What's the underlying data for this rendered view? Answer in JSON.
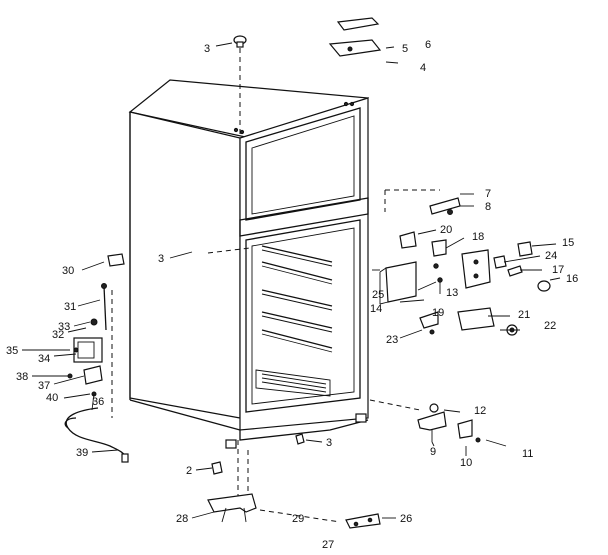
{
  "diagram": {
    "labels": [
      {
        "id": "l3a",
        "text": "3"
      },
      {
        "id": "l6",
        "text": "6"
      },
      {
        "id": "l5",
        "text": "5"
      },
      {
        "id": "l4",
        "text": "4"
      },
      {
        "id": "l7",
        "text": "7"
      },
      {
        "id": "l8",
        "text": "8"
      },
      {
        "id": "l20",
        "text": "20"
      },
      {
        "id": "l18",
        "text": "18"
      },
      {
        "id": "l15",
        "text": "15"
      },
      {
        "id": "l24",
        "text": "24"
      },
      {
        "id": "l17",
        "text": "17"
      },
      {
        "id": "l16",
        "text": "16"
      },
      {
        "id": "l3b",
        "text": "3"
      },
      {
        "id": "l30",
        "text": "30"
      },
      {
        "id": "l25",
        "text": "25"
      },
      {
        "id": "l13",
        "text": "13"
      },
      {
        "id": "l14",
        "text": "14"
      },
      {
        "id": "l19",
        "text": "19"
      },
      {
        "id": "l21",
        "text": "21"
      },
      {
        "id": "l22",
        "text": "22"
      },
      {
        "id": "l23",
        "text": "23"
      },
      {
        "id": "l31",
        "text": "31"
      },
      {
        "id": "l33",
        "text": "33"
      },
      {
        "id": "l32",
        "text": "32"
      },
      {
        "id": "l35",
        "text": "35"
      },
      {
        "id": "l34",
        "text": "34"
      },
      {
        "id": "l38",
        "text": "38"
      },
      {
        "id": "l37",
        "text": "37"
      },
      {
        "id": "l40",
        "text": "40"
      },
      {
        "id": "l36",
        "text": "36"
      },
      {
        "id": "l39",
        "text": "39"
      },
      {
        "id": "l12",
        "text": "12"
      },
      {
        "id": "l9",
        "text": "9"
      },
      {
        "id": "l10",
        "text": "10"
      },
      {
        "id": "l11",
        "text": "11"
      },
      {
        "id": "l3c",
        "text": "3"
      },
      {
        "id": "l2",
        "text": "2"
      },
      {
        "id": "l28",
        "text": "28"
      },
      {
        "id": "l29",
        "text": "29"
      },
      {
        "id": "l26",
        "text": "26"
      },
      {
        "id": "l27",
        "text": "27"
      }
    ]
  }
}
